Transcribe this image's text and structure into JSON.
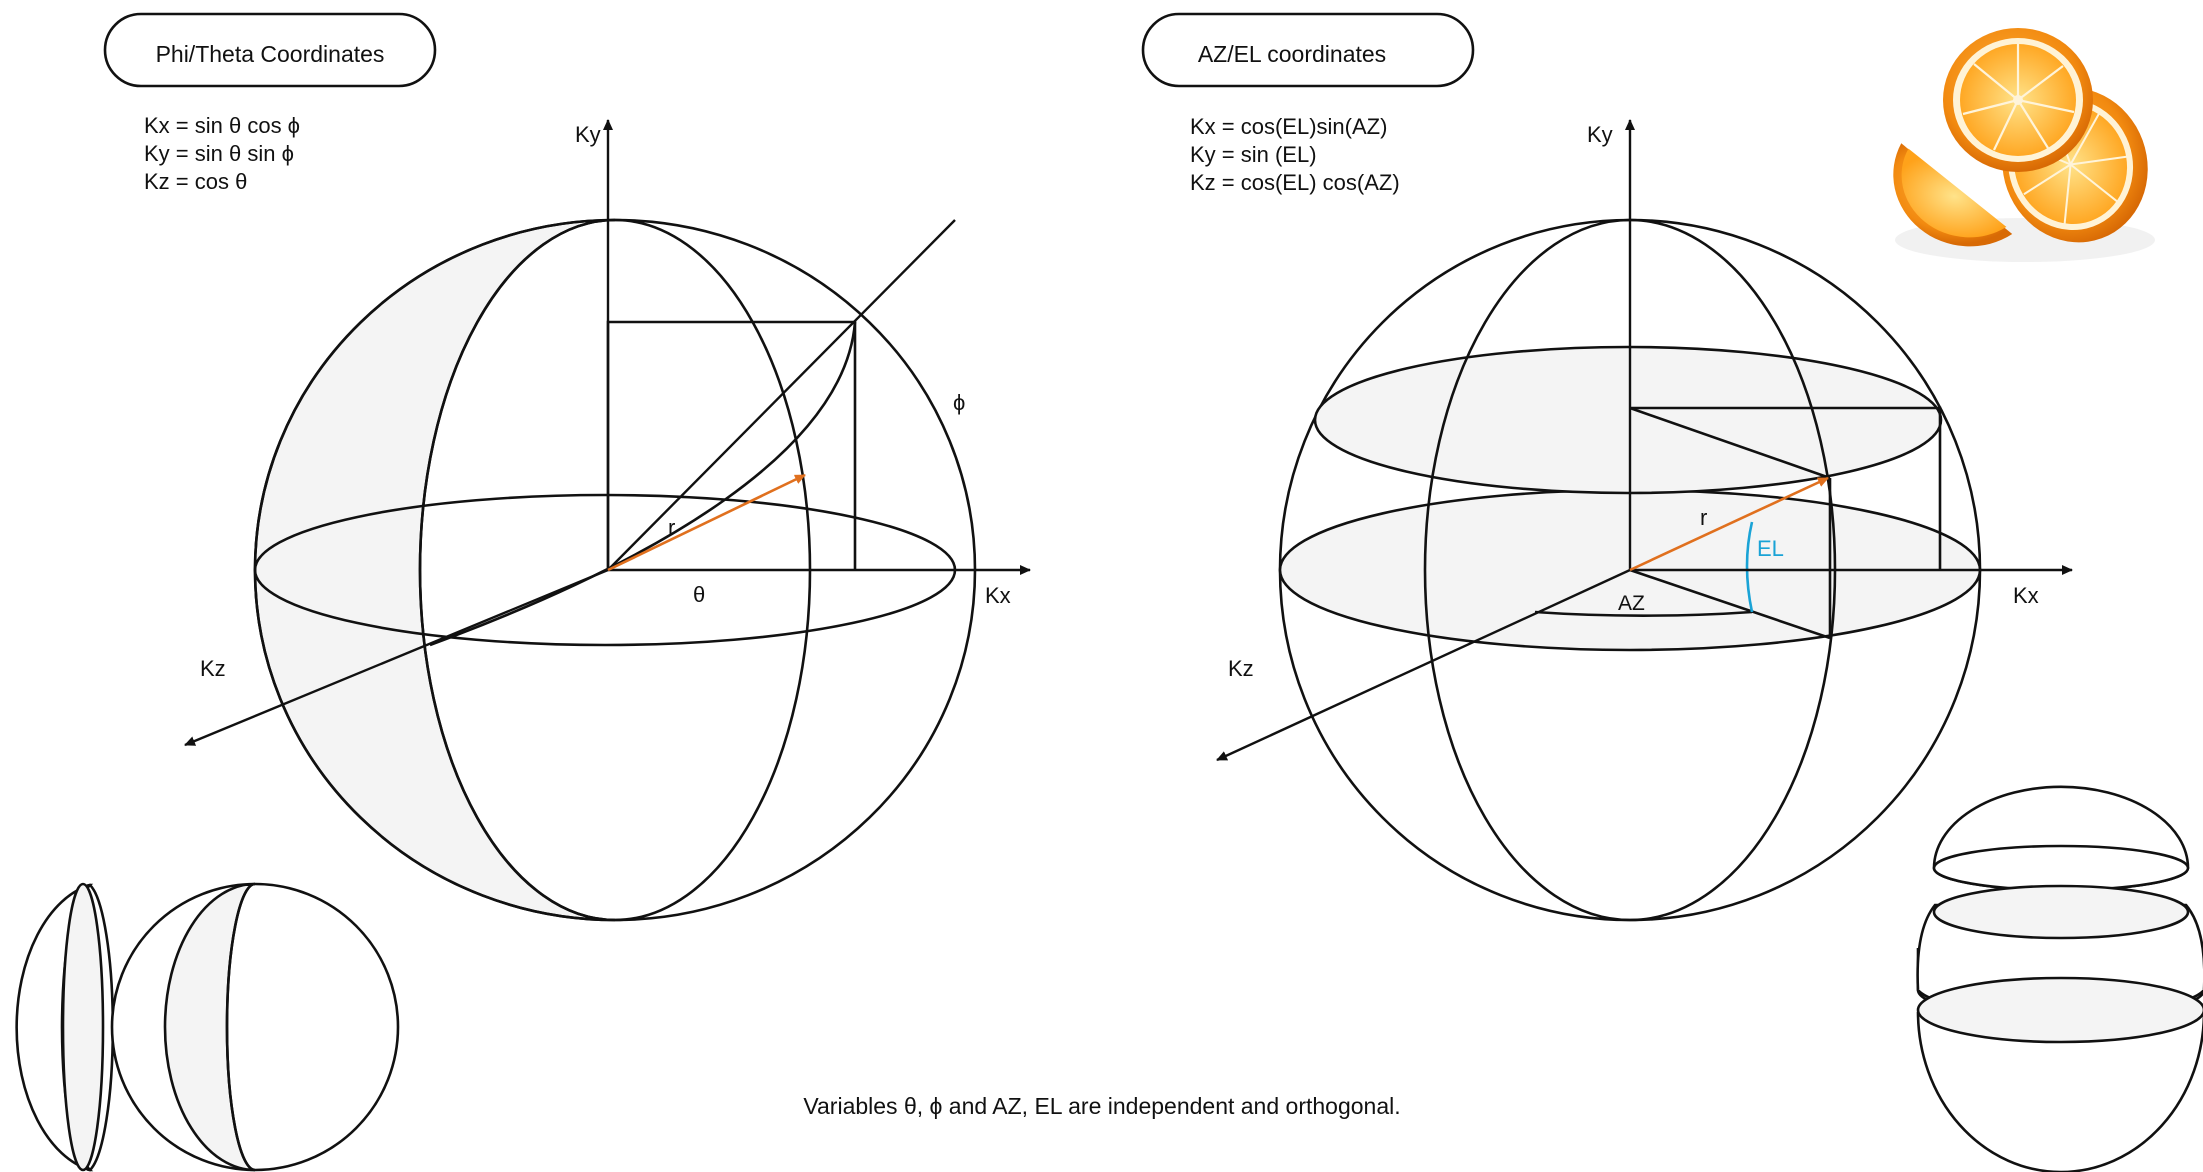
{
  "left_panel": {
    "title": "Phi/Theta Coordinates",
    "equations": [
      "Kx = sin θ cos ϕ",
      "Ky = sin θ sin ϕ",
      "Kz = cos θ"
    ],
    "axis_labels": {
      "x": "Kx",
      "y": "Ky",
      "z": "Kz"
    },
    "labels": {
      "r": "r",
      "theta": "θ",
      "phi": "ϕ"
    }
  },
  "right_panel": {
    "title": "AZ/EL coordinates",
    "equations": [
      "Kx = cos(EL)sin(AZ)",
      "Ky = sin (EL)",
      "Kz = cos(EL) cos(AZ)"
    ],
    "axis_labels": {
      "x": "Kx",
      "y": "Ky",
      "z": "Kz"
    },
    "labels": {
      "r": "r",
      "el": "EL",
      "az": "AZ"
    }
  },
  "caption": "Variables θ, ϕ  and AZ, EL are independent and orthogonal.",
  "colors": {
    "vector": "#e0701e",
    "elevation_arc": "#1aa3d6",
    "shade": "#f4f4f4",
    "line": "#111111"
  },
  "icons": [
    "orange-slices-image",
    "sliced-sphere-horizontal-icon",
    "sliced-sphere-vertical-icon"
  ]
}
